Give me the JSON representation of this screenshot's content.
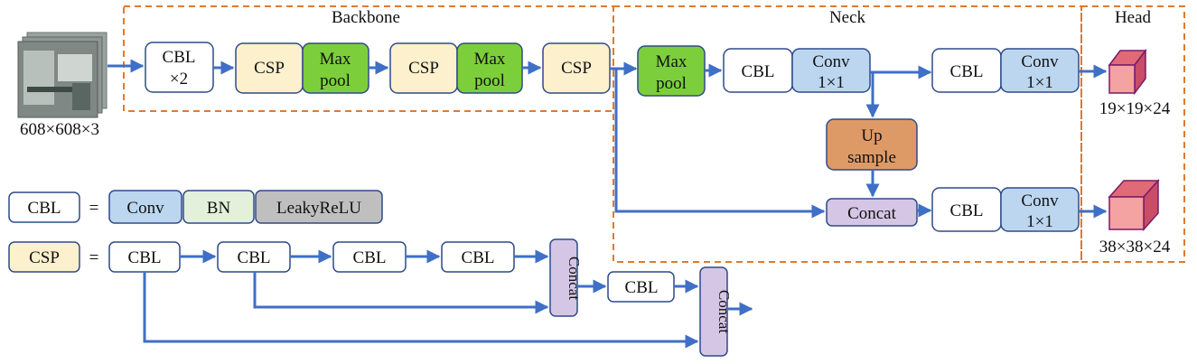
{
  "colors": {
    "blue_arrow": "#3f6fc6",
    "orange_dash": "#e07a2e",
    "box_stroke": "#2f4a8a",
    "white_fill": "#ffffff",
    "csp_fill": "#fdf0cc",
    "maxpool_fill": "#7ccf3a",
    "conv_fill": "#bcd6ef",
    "bn_fill": "#e3f0dc",
    "leaky_fill": "#bfbfbf",
    "upsample_fill": "#de9a66",
    "concat_fill": "#d6c6e6",
    "cube_front": "#f4a2a2",
    "cube_top": "#e06a78",
    "cube_edge": "#7a1a6a"
  },
  "sections": {
    "backbone": "Backbone",
    "neck": "Neck",
    "head": "Head"
  },
  "input": {
    "size_label": "608×608×3",
    "icon": "image-stack-icon"
  },
  "backbone": {
    "cbl2": {
      "line1": "CBL",
      "line2": "×2"
    },
    "csp": "CSP",
    "maxpool": {
      "line1": "Max",
      "line2": "pool"
    }
  },
  "neck": {
    "maxpool": {
      "line1": "Max",
      "line2": "pool"
    },
    "cbl": "CBL",
    "conv": {
      "line1": "Conv",
      "line2": "1×1"
    },
    "upsample": {
      "line1": "Up",
      "line2": "sample"
    },
    "concat": "Concat"
  },
  "outputs": {
    "large": "19×19×24",
    "small": "38×38×24",
    "icon": "cube-icon"
  },
  "legend": {
    "cbl_term": "CBL",
    "csp_term": "CSP",
    "equals": "=",
    "conv": "Conv",
    "bn": "BN",
    "leaky": "LeakyReLU",
    "cbl": "CBL",
    "concat": "Concat"
  }
}
